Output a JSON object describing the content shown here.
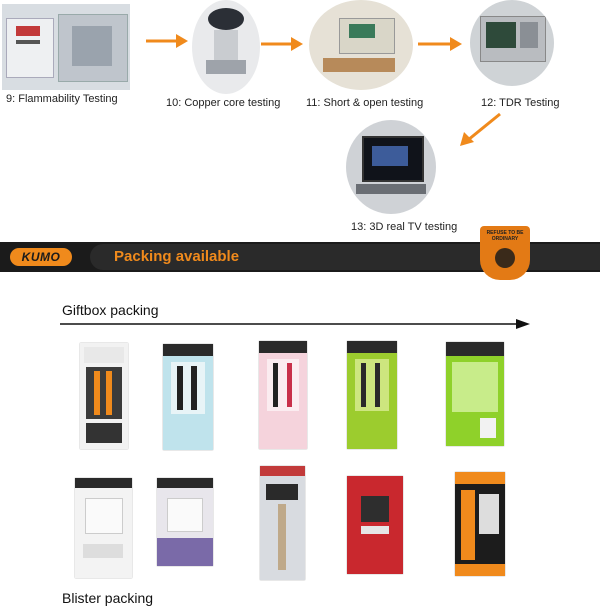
{
  "tests": [
    {
      "label": "9: Flammability Testing",
      "icon": "flammability-tester-photo"
    },
    {
      "label": "10: Copper core testing",
      "icon": "copper-core-tester-photo"
    },
    {
      "label": "11: Short & open testing",
      "icon": "short-open-tester-photo"
    },
    {
      "label": "12: TDR Testing",
      "icon": "tdr-tester-photo"
    },
    {
      "label": "13: 3D real TV testing",
      "icon": "3d-tv-tester-photo"
    }
  ],
  "banner": {
    "logo": "KUMO",
    "title": "Packing available",
    "badge_text": "REFUSE TO BE ORDINARY"
  },
  "sections": {
    "giftbox": "Giftbox packing",
    "blister": "Blister packing"
  },
  "colors": {
    "accent": "#f08a1c",
    "banner_bg": "#1b1b1b"
  }
}
